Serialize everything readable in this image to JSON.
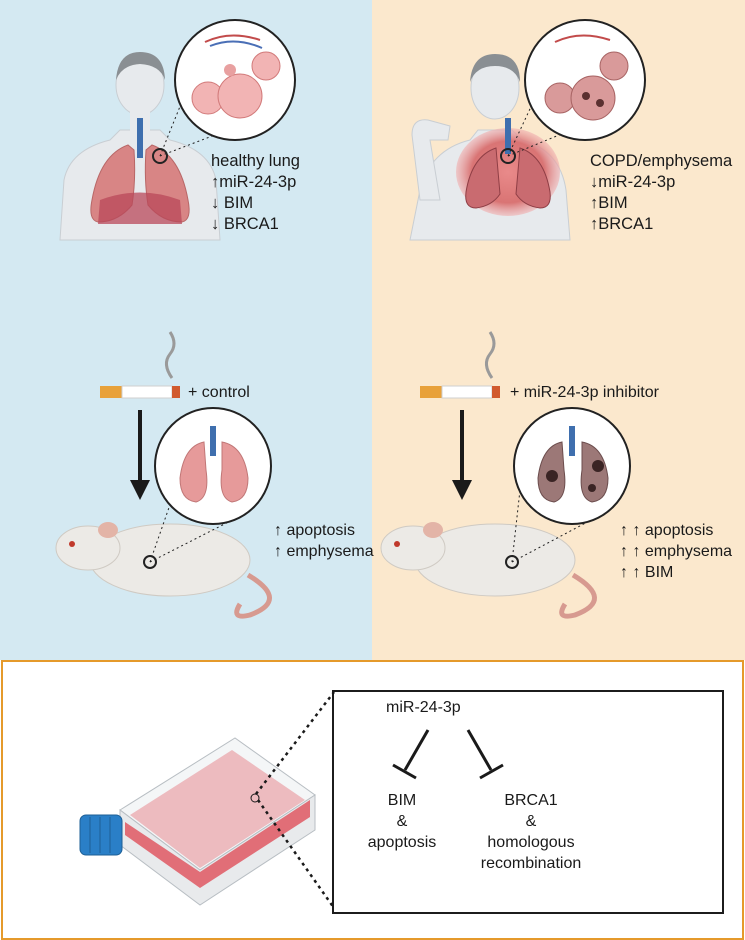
{
  "top_left": {
    "lung_label": "healthy lung",
    "markers": [
      "↑miR-24-3p",
      "↓ BIM",
      "↓ BRCA1"
    ],
    "treatment": "+ control",
    "outcomes": [
      "↑ apoptosis",
      "↑ emphysema"
    ]
  },
  "top_right": {
    "lung_label": "COPD/emphysema",
    "markers": [
      "↓miR-24-3p",
      "↑BIM",
      "↑BRCA1"
    ],
    "treatment": "+ miR-24-3p inhibitor",
    "outcomes": [
      "↑ ↑ apoptosis",
      "↑ ↑ emphysema",
      "↑ ↑ BIM"
    ]
  },
  "mechanism": {
    "regulator": "miR-24-3p",
    "left_target": [
      "BIM",
      "&",
      "apoptosis"
    ],
    "right_target": [
      "BRCA1",
      "&",
      "homologous",
      "recombination"
    ]
  },
  "colors": {
    "left_panel": "#d4e9f2",
    "right_panel": "#fbe8cd",
    "bottom_border": "#e59a2b",
    "lung_pink": "#e69a9a",
    "flask_cap": "#2a7fc7",
    "medium_red": "#e0606a"
  }
}
